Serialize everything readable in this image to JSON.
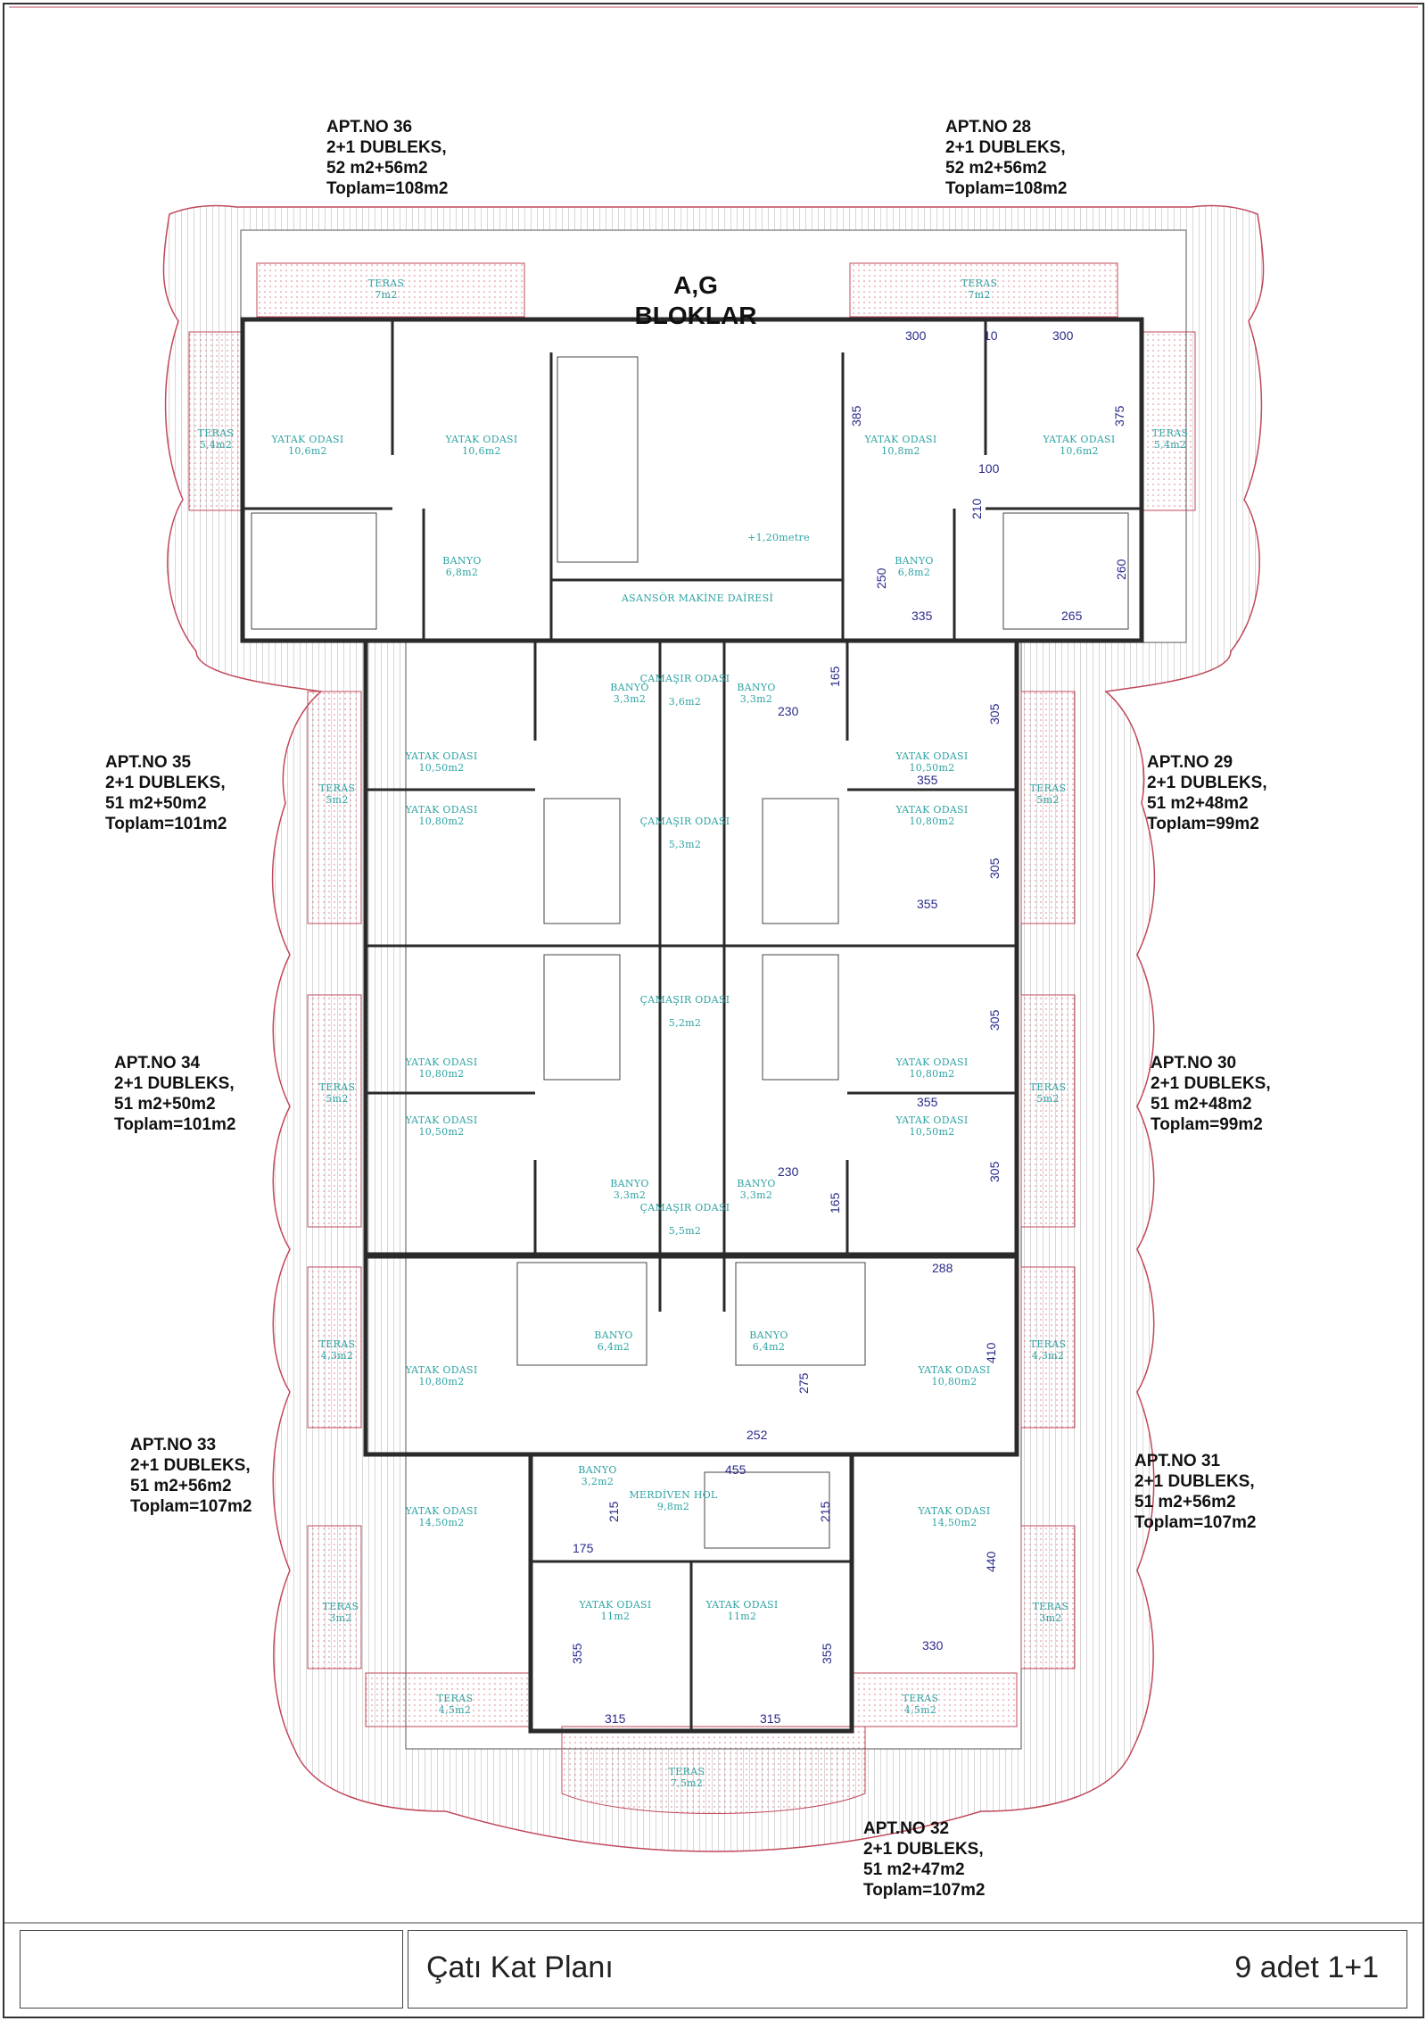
{
  "block": {
    "line1": "A,G",
    "line2": "BLOKLAR"
  },
  "apartments": [
    {
      "id": "apt36",
      "no": "APT.NO 36",
      "type": "2+1 DUBLEKS,",
      "area": "52 m2+56m2",
      "total": "Toplam=108m2"
    },
    {
      "id": "apt28",
      "no": "APT.NO 28",
      "type": "2+1 DUBLEKS,",
      "area": "52 m2+56m2",
      "total": "Toplam=108m2"
    },
    {
      "id": "apt35",
      "no": "APT.NO 35",
      "type": "2+1 DUBLEKS,",
      "area": "51 m2+50m2",
      "total": "Toplam=101m2"
    },
    {
      "id": "apt29",
      "no": "APT.NO 29",
      "type": "2+1 DUBLEKS,",
      "area": "51 m2+48m2",
      "total": "Toplam=99m2"
    },
    {
      "id": "apt34",
      "no": "APT.NO 34",
      "type": "2+1 DUBLEKS,",
      "area": "51 m2+50m2",
      "total": "Toplam=101m2"
    },
    {
      "id": "apt30",
      "no": "APT.NO 30",
      "type": "2+1 DUBLEKS,",
      "area": "51 m2+48m2",
      "total": "Toplam=99m2"
    },
    {
      "id": "apt33",
      "no": "APT.NO 33",
      "type": "2+1 DUBLEKS,",
      "area": "51 m2+56m2",
      "total": "Toplam=107m2"
    },
    {
      "id": "apt31",
      "no": "APT.NO 31",
      "type": "2+1 DUBLEKS,",
      "area": "51 m2+56m2",
      "total": "Toplam=107m2"
    },
    {
      "id": "apt32",
      "no": "APT.NO 32",
      "type": "2+1 DUBLEKS,",
      "area": "51 m2+47m2",
      "total": "Toplam=107m2"
    }
  ],
  "rooms": [
    {
      "n": "TERAS",
      "a": "7m2"
    },
    {
      "n": "TERAS",
      "a": "7m2"
    },
    {
      "n": "TERAS",
      "a": "5,4m2"
    },
    {
      "n": "YATAK ODASI",
      "a": "10,6m2"
    },
    {
      "n": "YATAK ODASI",
      "a": "10,6m2"
    },
    {
      "n": "BANYO",
      "a": "6,8m2"
    },
    {
      "n": "+1,20metre",
      "a": ""
    },
    {
      "n": "ASANSÖR MAKİNE DAİRESİ",
      "a": ""
    },
    {
      "n": "YATAK ODASI",
      "a": "10,8m2"
    },
    {
      "n": "YATAK ODASI",
      "a": "10,6m2"
    },
    {
      "n": "TERAS",
      "a": "5,4m2"
    },
    {
      "n": "BANYO",
      "a": "6,8m2"
    },
    {
      "n": "BANYO",
      "a": "3,3m2"
    },
    {
      "n": "ÇAMAŞIR ODASI",
      "a": "3,6m2"
    },
    {
      "n": "BANYO",
      "a": "3,3m2"
    },
    {
      "n": "YATAK ODASI",
      "a": "10,50m2"
    },
    {
      "n": "YATAK ODASI",
      "a": "10,50m2"
    },
    {
      "n": "TERAS",
      "a": "5m2"
    },
    {
      "n": "TERAS",
      "a": "5m2"
    },
    {
      "n": "YATAK ODASI",
      "a": "10,80m2"
    },
    {
      "n": "ÇAMAŞIR ODASI",
      "a": "5,3m2"
    },
    {
      "n": "YATAK ODASI",
      "a": "10,80m2"
    },
    {
      "n": "ÇAMAŞIR ODASI",
      "a": "5,2m2"
    },
    {
      "n": "YATAK ODASI",
      "a": "10,80m2"
    },
    {
      "n": "YATAK ODASI",
      "a": "10,80m2"
    },
    {
      "n": "TERAS",
      "a": "5m2"
    },
    {
      "n": "TERAS",
      "a": "5m2"
    },
    {
      "n": "YATAK ODASI",
      "a": "10,50m2"
    },
    {
      "n": "YATAK ODASI",
      "a": "10,50m2"
    },
    {
      "n": "BANYO",
      "a": "3,3m2"
    },
    {
      "n": "ÇAMAŞIR ODASI",
      "a": "5,5m2"
    },
    {
      "n": "BANYO",
      "a": "3,3m2"
    },
    {
      "n": "TERAS",
      "a": "4,3m2"
    },
    {
      "n": "BANYO",
      "a": "6,4m2"
    },
    {
      "n": "BANYO",
      "a": "6,4m2"
    },
    {
      "n": "TERAS",
      "a": "4,3m2"
    },
    {
      "n": "YATAK ODASI",
      "a": "10,80m2"
    },
    {
      "n": "YATAK ODASI",
      "a": "10,80m2"
    },
    {
      "n": "BANYO",
      "a": "3,2m2"
    },
    {
      "n": "MERDİVEN HOL",
      "a": "9,8m2"
    },
    {
      "n": "YATAK ODASI",
      "a": "14,50m2"
    },
    {
      "n": "YATAK ODASI",
      "a": "14,50m2"
    },
    {
      "n": "TERAS",
      "a": "3m2"
    },
    {
      "n": "YATAK ODASI",
      "a": "11m2"
    },
    {
      "n": "YATAK ODASI",
      "a": "11m2"
    },
    {
      "n": "TERAS",
      "a": "3m2"
    },
    {
      "n": "TERAS",
      "a": "4,5m2"
    },
    {
      "n": "TERAS",
      "a": "4,5m2"
    },
    {
      "n": "TERAS",
      "a": "7,5m2"
    }
  ],
  "dimensions": [
    "300",
    "10",
    "300",
    "385",
    "375",
    "100",
    "210",
    "250",
    "260",
    "335",
    "265",
    "165",
    "230",
    "305",
    "355",
    "305",
    "355",
    "305",
    "355",
    "305",
    "230",
    "165",
    "288",
    "410",
    "275",
    "252",
    "455",
    "215",
    "215",
    "175",
    "440",
    "355",
    "355",
    "330",
    "315",
    "315"
  ],
  "footer": {
    "title": "Çatı Kat Planı",
    "count": "9 adet 1+1"
  },
  "colors": {
    "terrace_outline": "#c0485a",
    "room_label": "#2fa3a3",
    "dimension": "#2a2a8a",
    "wall": "#2a2a2a"
  }
}
